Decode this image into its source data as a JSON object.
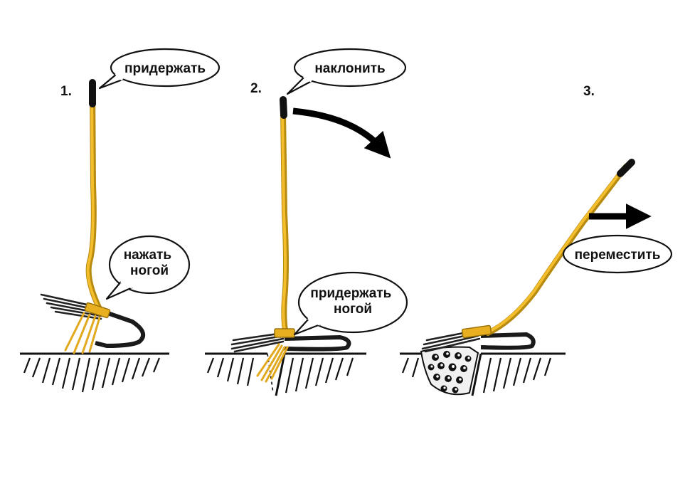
{
  "steps": [
    {
      "number": "1.",
      "labels": [
        "придержать",
        "нажать\nногой"
      ]
    },
    {
      "number": "2.",
      "labels": [
        "наклонить",
        "придержать\nногой"
      ]
    },
    {
      "number": "3.",
      "labels": [
        "переместить"
      ]
    }
  ],
  "icons": [
    "rotate-arrow-icon",
    "move-arrow-icon"
  ],
  "colors": {
    "handle": "#e8b020",
    "grip": "#111111",
    "frame": "#1a1a1a",
    "tines_gold": "#e2a81e",
    "background": "#ffffff"
  }
}
